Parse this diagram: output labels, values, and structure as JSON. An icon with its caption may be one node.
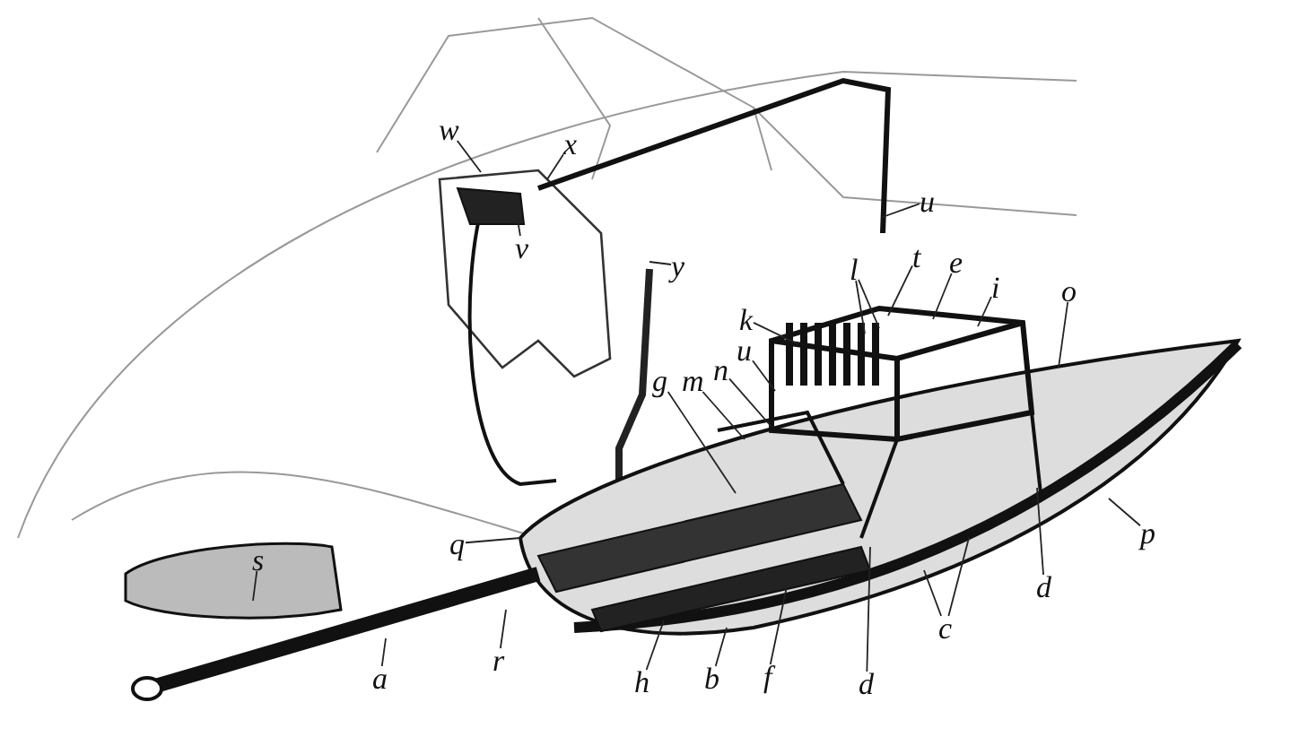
{
  "diagram": {
    "nodes": [
      {
        "text": [
          "w"
        ]
      },
      {
        "text": [
          "x"
        ]
      },
      {
        "text": [
          "v"
        ]
      },
      {
        "text": [
          "y"
        ]
      },
      {
        "text": [
          "u"
        ]
      },
      {
        "text": [
          "t"
        ]
      },
      {
        "text": [
          "l"
        ]
      },
      {
        "text": [
          "e"
        ]
      },
      {
        "text": [
          "i"
        ]
      },
      {
        "text": [
          "o"
        ]
      },
      {
        "text": [
          "k"
        ]
      },
      {
        "text": [
          "u"
        ]
      },
      {
        "text": [
          "n"
        ]
      },
      {
        "text": [
          "m"
        ]
      },
      {
        "text": [
          "g"
        ]
      },
      {
        "text": [
          "q"
        ]
      },
      {
        "text": [
          "s"
        ]
      },
      {
        "text": [
          "p"
        ]
      },
      {
        "text": [
          "d"
        ]
      },
      {
        "text": [
          "c"
        ]
      },
      {
        "text": [
          "a"
        ]
      },
      {
        "text": [
          "r"
        ]
      },
      {
        "text": [
          "h"
        ]
      },
      {
        "text": [
          "b"
        ]
      },
      {
        "text": [
          "f"
        ]
      },
      {
        "text": [
          "d"
        ]
      }
    ],
    "edges": [
      {
        "from": 0,
        "to": null,
        "arrow": "none"
      },
      {
        "from": 1,
        "to": null,
        "arrow": "none"
      },
      {
        "from": 2,
        "to": null,
        "arrow": "none"
      },
      {
        "from": 3,
        "to": null,
        "arrow": "none"
      },
      {
        "from": 4,
        "to": null,
        "arrow": "none"
      },
      {
        "from": 5,
        "to": null,
        "arrow": "none"
      },
      {
        "from": 6,
        "to": null,
        "arrow": "none"
      },
      {
        "from": 6,
        "to": null,
        "arrow": "none"
      },
      {
        "from": 7,
        "to": null,
        "arrow": "none"
      },
      {
        "from": 8,
        "to": null,
        "arrow": "none"
      },
      {
        "from": 9,
        "to": null,
        "arrow": "none"
      },
      {
        "from": 10,
        "to": null,
        "arrow": "none"
      },
      {
        "from": 11,
        "to": null,
        "arrow": "none"
      },
      {
        "from": 12,
        "to": null,
        "arrow": "none"
      },
      {
        "from": 13,
        "to": null,
        "arrow": "none"
      },
      {
        "from": 14,
        "to": null,
        "arrow": "none"
      },
      {
        "from": 15,
        "to": null,
        "arrow": "none"
      },
      {
        "from": 16,
        "to": null,
        "arrow": "none"
      },
      {
        "from": 17,
        "to": null,
        "arrow": "none"
      },
      {
        "from": 18,
        "to": null,
        "arrow": "none"
      },
      {
        "from": 19,
        "to": null,
        "arrow": "none"
      },
      {
        "from": 19,
        "to": null,
        "arrow": "none"
      },
      {
        "from": 20,
        "to": null,
        "arrow": "none"
      },
      {
        "from": 21,
        "to": null,
        "arrow": "none"
      },
      {
        "from": 22,
        "to": null,
        "arrow": "none"
      },
      {
        "from": 23,
        "to": null,
        "arrow": "none"
      },
      {
        "from": 24,
        "to": null,
        "arrow": "none"
      },
      {
        "from": 25,
        "to": null,
        "arrow": "none"
      }
    ]
  }
}
